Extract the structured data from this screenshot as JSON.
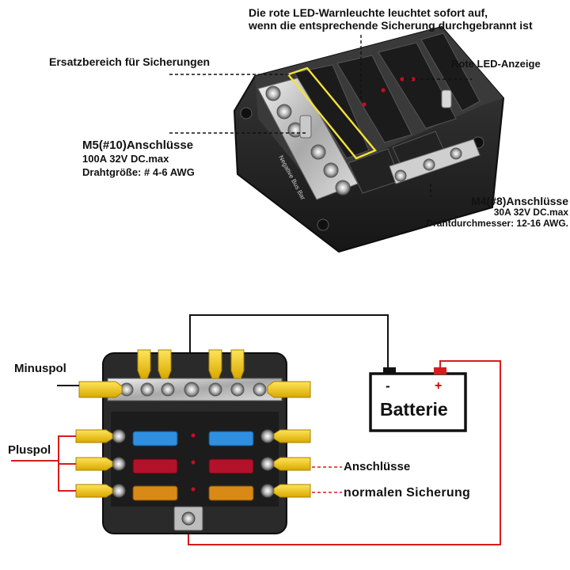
{
  "top_note": {
    "line1": "Die rote LED-Warnleuchte leuchtet sofort auf,",
    "line2": "wenn die entsprechende Sicherung durchgebrannt ist"
  },
  "spare_area_label": "Ersatzbereich für Sicherungen",
  "led_indicator_label": "Rote LED-Anzeige",
  "m5_terminals": {
    "title": "M5(#10)Anschlüsse",
    "spec": "100A 32V DC.max",
    "wire": "Drahtgröße: # 4-6 AWG"
  },
  "m4_terminals": {
    "title": "M4(#8)Anschlüsse",
    "spec": "30A 32V DC.max",
    "wire": "Drahtdurchmesser: 12-16 AWG."
  },
  "housing_print": "Negative Bus Bar",
  "wiring": {
    "negative_pole": "Minuspol",
    "positive_pole": "Pluspol",
    "battery": "Batterie",
    "battery_minus": "-",
    "battery_plus": "+",
    "terminals_label": "Anschlüsse",
    "normal_fuse_label": "normalen Sicherung"
  },
  "colors": {
    "fuse_blue": "#2f8fe0",
    "fuse_red": "#b3122a",
    "fuse_orange": "#d98a16",
    "wire_red": "#d81b1b",
    "crimp_yellow": "#f1c40f",
    "led_red": "#c2101e",
    "annotation_yellow": "#f4e23c",
    "housing": "#2a2a2a"
  }
}
